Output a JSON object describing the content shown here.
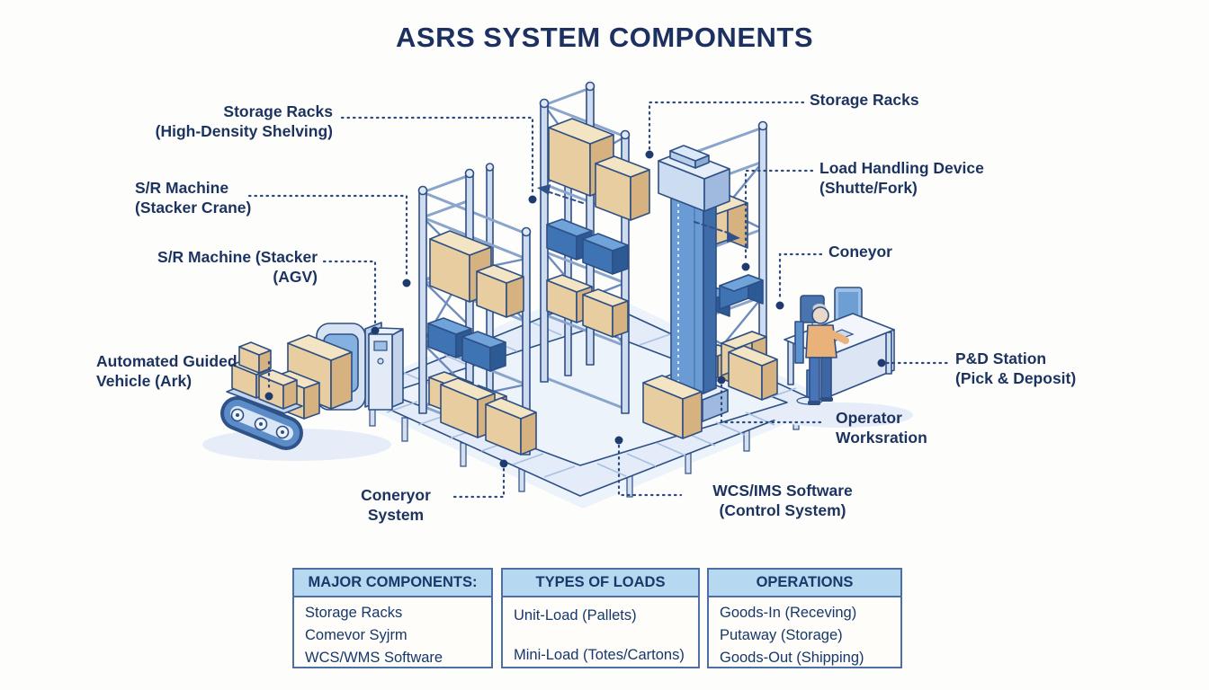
{
  "title": "ASRS SYSTEM COMPONENTS",
  "callouts": [
    {
      "id": "storage-racks-left",
      "line1": "Storage Racks",
      "line2": "(High-Density Shelving)"
    },
    {
      "id": "sr-machine-stacker-crane",
      "line1": "S/R Machine",
      "line2": "(Stacker Crane)"
    },
    {
      "id": "sr-machine-stacker-agv",
      "line1": "S/R Machine (Stacker",
      "line2": "(AGV)"
    },
    {
      "id": "automated-guided-vehicle",
      "line1": "Automated Guided",
      "line2": "Vehicle (Ark)"
    },
    {
      "id": "storage-racks-right",
      "line1": "Storage Racks",
      "line2": ""
    },
    {
      "id": "load-handling-device",
      "line1": "Load Handling Device",
      "line2": "(Shutte/Fork)"
    },
    {
      "id": "conveyor-right",
      "line1": "Coneyor",
      "line2": ""
    },
    {
      "id": "pd-station",
      "line1": "P&D Station",
      "line2": "(Pick & Deposit)"
    },
    {
      "id": "operator-workstation",
      "line1": "Operator",
      "line2": "Worksration"
    },
    {
      "id": "conveyor-system",
      "line1": "Coneryor",
      "line2": "System"
    },
    {
      "id": "wcs-software",
      "line1": "WCS/IMS Software",
      "line2": "(Control System)"
    }
  ],
  "tables": [
    {
      "header": "MAJOR COMPONENTS:",
      "rows": [
        "Storage Racks",
        "Comevor Syjrm",
        "WCS/WMS Software"
      ]
    },
    {
      "header": "TYPES OF LOADS",
      "rows": [
        "Unit-Load (Pallets)",
        "Mini-Load (Totes/Cartons)"
      ]
    },
    {
      "header": "OPERATIONS",
      "rows": [
        "Goods-In (Receving)",
        "Putaway (Storage)",
        "Goods-Out (Shipping)"
      ]
    }
  ],
  "colors": {
    "title_navy": "#1d3161",
    "label_navy": "#1c335f",
    "leader_line": "#2b4a80",
    "table_border": "#4d6fa3",
    "table_header_bg": "#b7d8f1",
    "box_tan": "#e8cda1",
    "tote_blue": "#3e73b4",
    "steel_blue": "#cfdcf0",
    "crane_blue": "#6b9bd4"
  }
}
